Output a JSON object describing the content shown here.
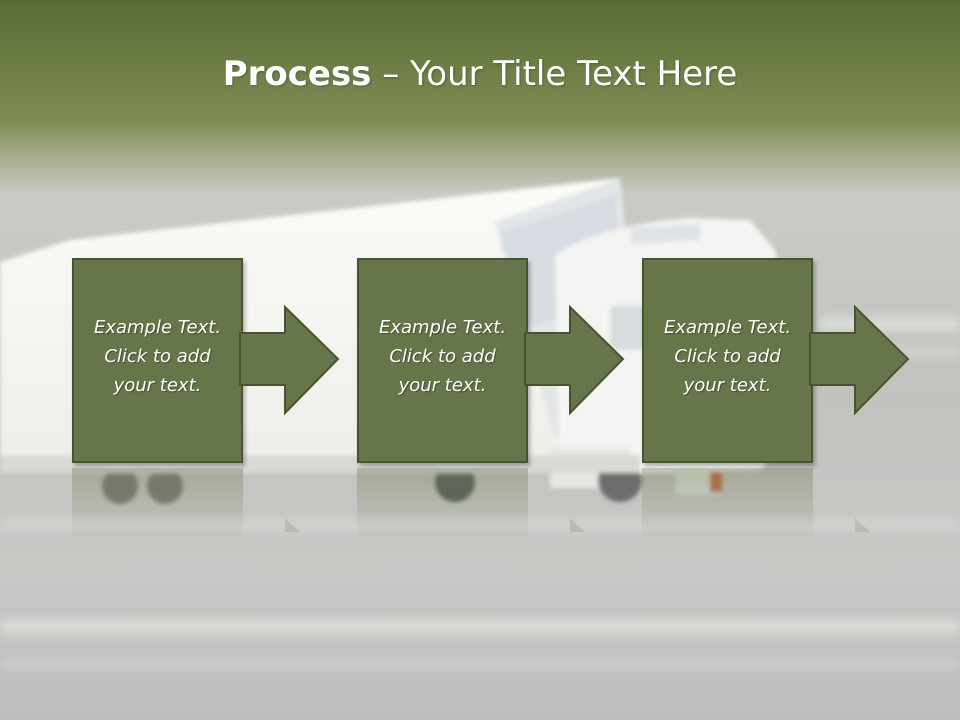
{
  "title": {
    "strong": "Process",
    "rest": " – Your Title Text Here"
  },
  "steps": [
    {
      "line1": "Example Text.",
      "line2": "Click  to add",
      "line3": "your text."
    },
    {
      "line1": "Example Text.",
      "line2": "Click  to add",
      "line3": "your text."
    },
    {
      "line1": "Example Text.",
      "line2": "Click  to add",
      "line3": "your text."
    }
  ],
  "colors": {
    "box_fill": "#67764a",
    "box_border": "#48542f",
    "header_band": "#6d7d45",
    "title_text": "#ffffff"
  }
}
